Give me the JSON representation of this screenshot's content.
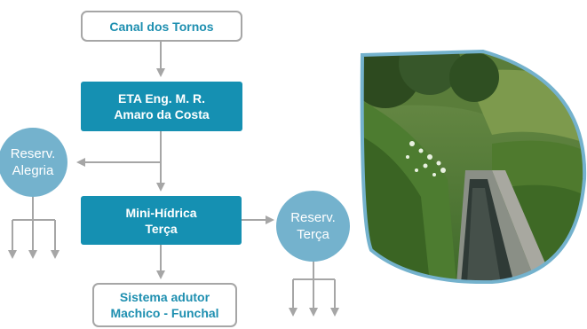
{
  "nodes": {
    "source": {
      "line1": "Canal dos Tornos"
    },
    "treatment": {
      "line1": "ETA Eng. M. R.",
      "line2": "Amaro da Costa"
    },
    "hydro": {
      "line1": "Mini-Hídrica",
      "line2": "Terça"
    },
    "destination": {
      "line1": "Sistema adutor",
      "line2": "Machico - Funchal"
    }
  },
  "reservoirs": {
    "alegria": {
      "line1": "Reserv.",
      "line2": "Alegria"
    },
    "terca": {
      "line1": "Reserv.",
      "line2": "Terça"
    }
  },
  "colors": {
    "node_fill": "#1590b2",
    "node_outline": "#a6a6a6",
    "outline_text": "#1e8fb0",
    "reservoir": "#74b2cd",
    "arrow": "#a6a6a6"
  },
  "photo": {
    "description_icon": "levada-canal-photo"
  }
}
